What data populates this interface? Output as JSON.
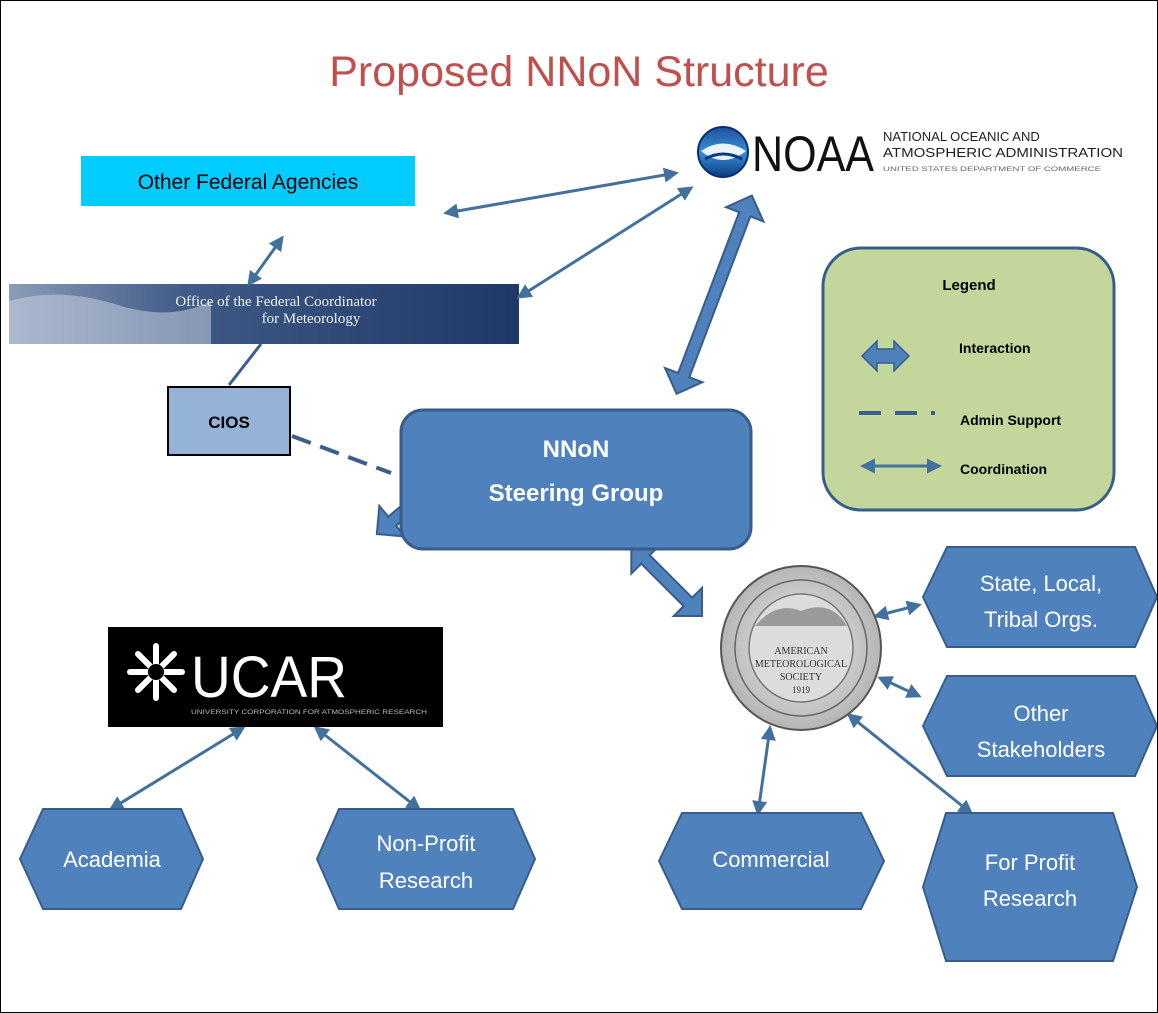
{
  "title": "Proposed NNoN Structure",
  "other_federal_agencies": "Other Federal Agencies",
  "noaa": {
    "wordmark": "NOAA",
    "line1": "NATIONAL OCEANIC AND",
    "line2": "ATMOSPHERIC ADMINISTRATION",
    "line3": "UNITED STATES DEPARTMENT OF COMMERCE"
  },
  "ofcm": {
    "line1": "Office of the Federal Coordinator",
    "line2": "for Meteorology"
  },
  "cios": "CIOS",
  "steering_group": {
    "line1": "NNoN",
    "line2": "Steering Group"
  },
  "legend": {
    "title": "Legend",
    "items": [
      "Interaction",
      "Admin Support",
      "Coordination"
    ]
  },
  "ucar": {
    "wordmark": "UCAR",
    "subtitle": "UNIVERSITY CORPORATION FOR ATMOSPHERIC RESEARCH"
  },
  "ams": {
    "name_line1": "AMERICAN",
    "name_line2": "METEOROLOGICAL",
    "name_line3": "SOCIETY",
    "year": "1919"
  },
  "nodes": {
    "state_local": [
      "State, Local,",
      "Tribal Orgs."
    ],
    "other_stakeholders": [
      "Other",
      "Stakeholders"
    ],
    "academia": [
      "Academia"
    ],
    "nonprofit": [
      "Non-Profit",
      "Research"
    ],
    "commercial": [
      "Commercial"
    ],
    "forprofit": [
      "For Profit",
      "Research"
    ]
  },
  "colors": {
    "title": "#c0504d",
    "node_fill": "#4f81bd",
    "node_stroke": "#385d8a",
    "cios_fill": "#95b3d7",
    "agencies_fill": "#00ccff",
    "legend_fill": "#c3d69b",
    "arrow": "#4f81bd"
  }
}
